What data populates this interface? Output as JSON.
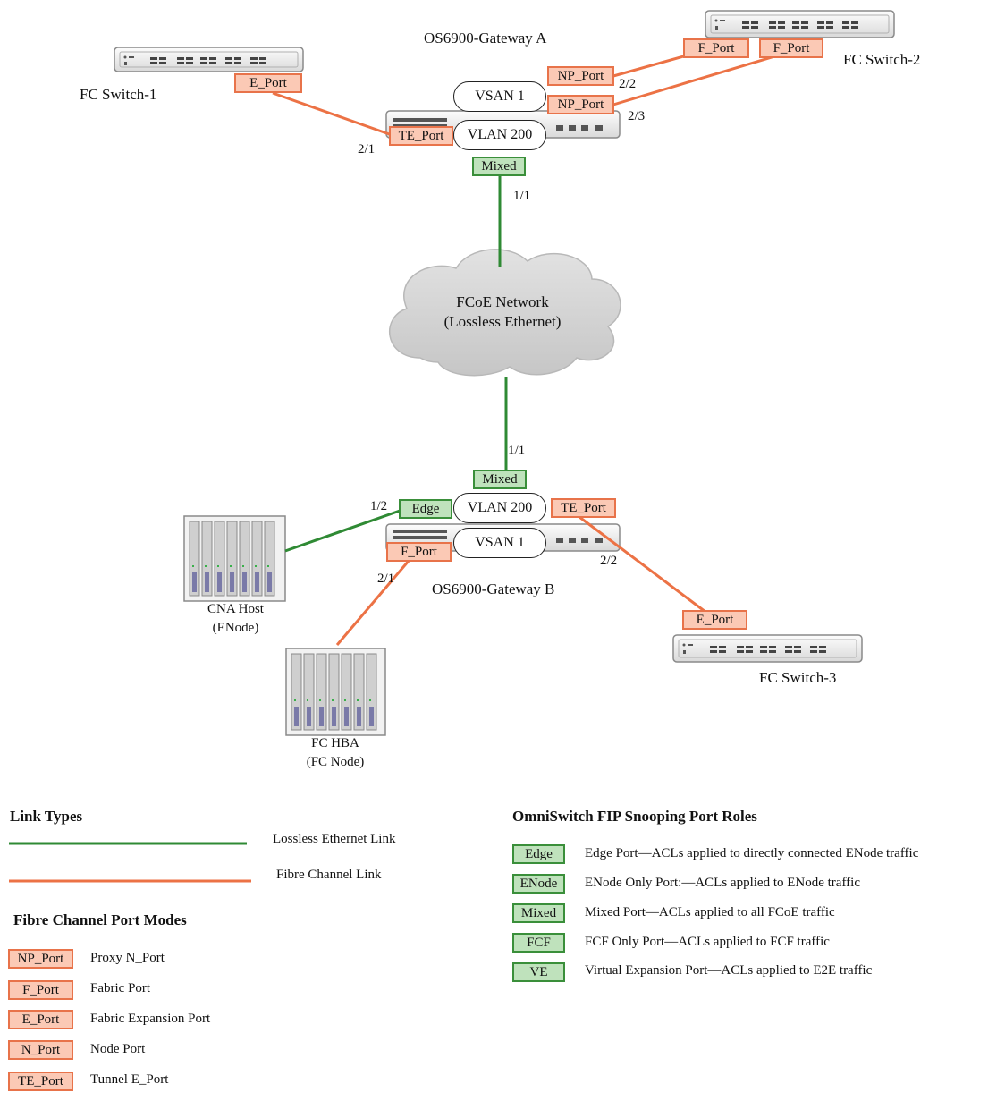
{
  "colors": {
    "fc_link": "#ec7245",
    "eth_link": "#2f8a34",
    "port_fill_orange": "#fbc9b5",
    "port_fill_green": "#bfe2bc"
  },
  "top": {
    "gateway_title": "OS6900-Gateway A",
    "fc_switch_1": "FC Switch-1",
    "fc_switch_2": "FC Switch-2",
    "sw1_port": "E_Port",
    "sw2_port_a": "F_Port",
    "sw2_port_b": "F_Port",
    "np_port_1": "NP_Port",
    "np_port_2": "NP_Port",
    "te_port": "TE_Port",
    "vsan": "VSAN 1",
    "vlan": "VLAN 200",
    "mixed": "Mixed",
    "port_2_1": "2/1",
    "port_2_2": "2/2",
    "port_2_3": "2/3",
    "port_1_1": "1/1"
  },
  "cloud": {
    "line1": "FCoE Network",
    "line2": "(Lossless Ethernet)"
  },
  "bottom": {
    "gateway_title": "OS6900-Gateway B",
    "port_1_1": "1/1",
    "mixed": "Mixed",
    "edge": "Edge",
    "vlan": "VLAN 200",
    "vsan": "VSAN 1",
    "te_port": "TE_Port",
    "f_port": "F_Port",
    "port_1_2": "1/2",
    "port_2_1": "2/1",
    "port_2_2": "2/2",
    "cna_host": "CNA Host",
    "cna_host_sub": "(ENode)",
    "fc_hba": "FC HBA",
    "fc_hba_sub": "(FC Node)",
    "sw3_port": "E_Port",
    "fc_switch_3": "FC Switch-3"
  },
  "legend": {
    "link_types_title": "Link Types",
    "lossless_link": "Lossless Ethernet Link",
    "fc_link": "Fibre Channel Link",
    "port_modes_title": "Fibre Channel Port Modes",
    "port_modes": [
      {
        "tag": "NP_Port",
        "desc": "Proxy N_Port"
      },
      {
        "tag": "F_Port",
        "desc": "Fabric Port"
      },
      {
        "tag": "E_Port",
        "desc": "Fabric Expansion Port"
      },
      {
        "tag": "N_Port",
        "desc": "Node Port"
      },
      {
        "tag": "TE_Port",
        "desc": "Tunnel E_Port"
      }
    ],
    "fip_title": "OmniSwitch FIP Snooping Port Roles",
    "fip_roles": [
      {
        "tag": "Edge",
        "desc": "Edge Port—ACLs applied to directly connected ENode traffic"
      },
      {
        "tag": "ENode",
        "desc": "ENode Only Port:—ACLs applied to ENode traffic"
      },
      {
        "tag": "Mixed",
        "desc": "Mixed Port—ACLs applied to all FCoE traffic"
      },
      {
        "tag": "FCF",
        "desc": "FCF Only Port—ACLs applied to FCF traffic"
      },
      {
        "tag": "VE",
        "desc": "Virtual Expansion Port—ACLs applied to E2E traffic"
      }
    ]
  }
}
